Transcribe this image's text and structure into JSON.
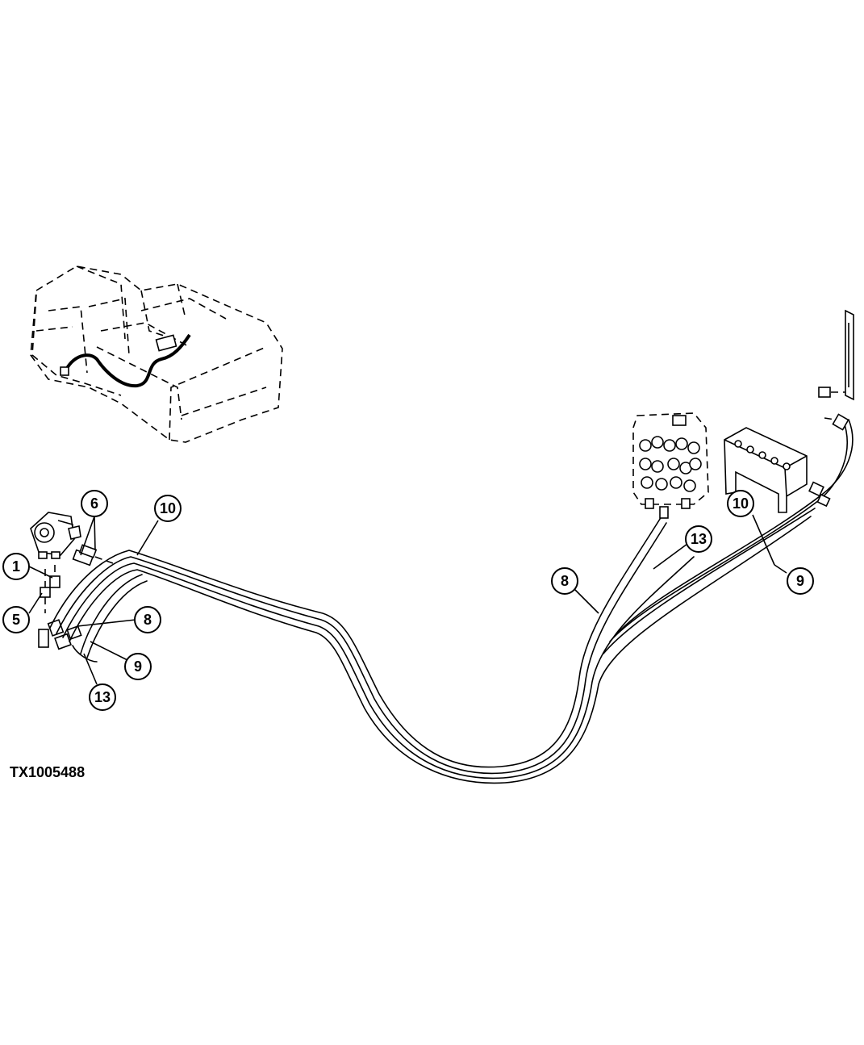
{
  "figure_id": "TX1005488",
  "callouts": {
    "c1": "1",
    "c5": "5",
    "c6": "6",
    "c8_left": "8",
    "c9_left": "9",
    "c10_left": "10",
    "c13_left": "13",
    "c8_right": "8",
    "c9_right": "9",
    "c10_right": "10",
    "c13_right": "13"
  }
}
